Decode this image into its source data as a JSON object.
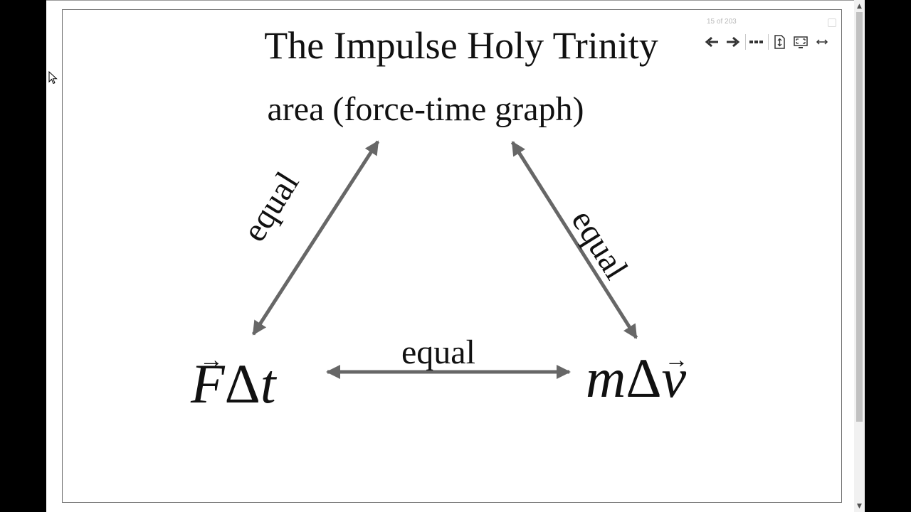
{
  "slide": {
    "title": "The Impulse Holy Trinity",
    "top_label": "area (force-time graph)",
    "left_edge_label": "equal",
    "right_edge_label": "equal",
    "bottom_edge_label": "equal",
    "left_formula": {
      "vector": "F",
      "delta": "Δ",
      "variable": "t"
    },
    "right_formula": {
      "mass": "m",
      "delta": "Δ",
      "vector": "v"
    },
    "vector_arrow": "→"
  },
  "toolbar": {
    "page_indicator": "15 of 203",
    "icons": [
      "arrow-left-icon",
      "arrow-right-icon",
      "more-icon",
      "fit-page-icon",
      "fullscreen-icon",
      "fit-width-icon"
    ]
  },
  "scrollbar": {
    "up": "▲",
    "down": "▼"
  },
  "colors": {
    "arrow": "#676767",
    "slide_border": "#6e6e6e",
    "background": "#000000"
  }
}
